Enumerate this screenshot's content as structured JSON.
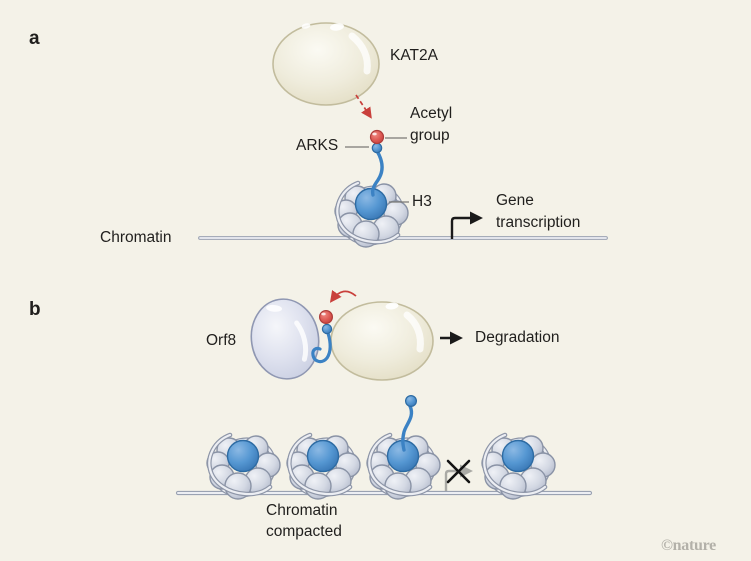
{
  "figure": {
    "credit": "©nature",
    "background_color": "#f4f2e8",
    "text_color": "#201f1d"
  },
  "panel_a": {
    "label": "a",
    "enzyme_label": "KAT2A",
    "acetyl_group_label": "Acetyl\ngroup",
    "arks_label": "ARKS",
    "h3_label": "H3",
    "gene_transcription_label": "Gene\ntranscription",
    "chromatin_label": "Chromatin"
  },
  "panel_b": {
    "label": "b",
    "orf8_label": "Orf8",
    "degradation_label": "Degradation",
    "chromatin_compacted_label": "Chromatin\ncompacted"
  },
  "colors": {
    "background": "#f4f2e8",
    "enzyme_blob_fill": "#efecdc",
    "enzyme_blob_stroke": "#c2bc9d",
    "orf8_blob_fill": "#dfe2ef",
    "orf8_blob_stroke": "#8f97b2",
    "histone_gray": "#d3d8e3",
    "histone_blue": "#5597d2",
    "acetyl_red": "#dd5a54",
    "tail_blue": "#3b82c4",
    "dna_edge": "#9aa2b2",
    "dna_core": "#eceef3",
    "arrow_black": "#1a1a1a",
    "arrow_red": "#c9403c",
    "arrow_gray": "#aaaaa5",
    "credit_gray": "#b3b1a9"
  },
  "icons": {
    "acetyl_transfer_arrow": "dashed-red-arrow",
    "transcription_start_arrow": "bent-black-arrow",
    "degradation_arrow": "black-right-arrow",
    "blocked_transcription": "gray-bent-arrow-with-x",
    "acetyl_mimic_arrow": "curved-red-arrow"
  }
}
